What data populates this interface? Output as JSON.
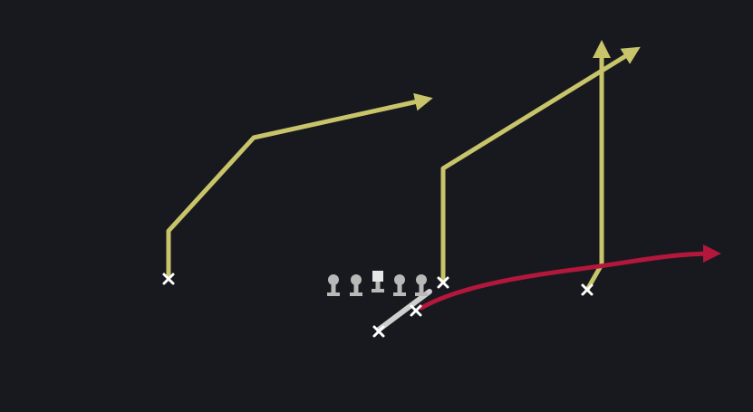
{
  "diagram": {
    "type": "football-play",
    "background_color": "#17191f",
    "route_color": "#c8c46a",
    "highlight_route_color": "#b3173c",
    "qb_path_color": "#cfcfcf",
    "lineman_color": "#b9b9b9",
    "player_marker": "x-mark",
    "lineman_marker": "lineman-icon",
    "center_marker": "center-square-icon",
    "linemen_count": 5,
    "players": [
      {
        "id": "wr-left",
        "route": "stem-then-post"
      },
      {
        "id": "slot-right",
        "route": "stem-then-corner"
      },
      {
        "id": "te-or-back",
        "route": "flat-highlighted"
      },
      {
        "id": "wr-right",
        "route": "go"
      },
      {
        "id": "qb",
        "route": "dropback"
      }
    ]
  }
}
